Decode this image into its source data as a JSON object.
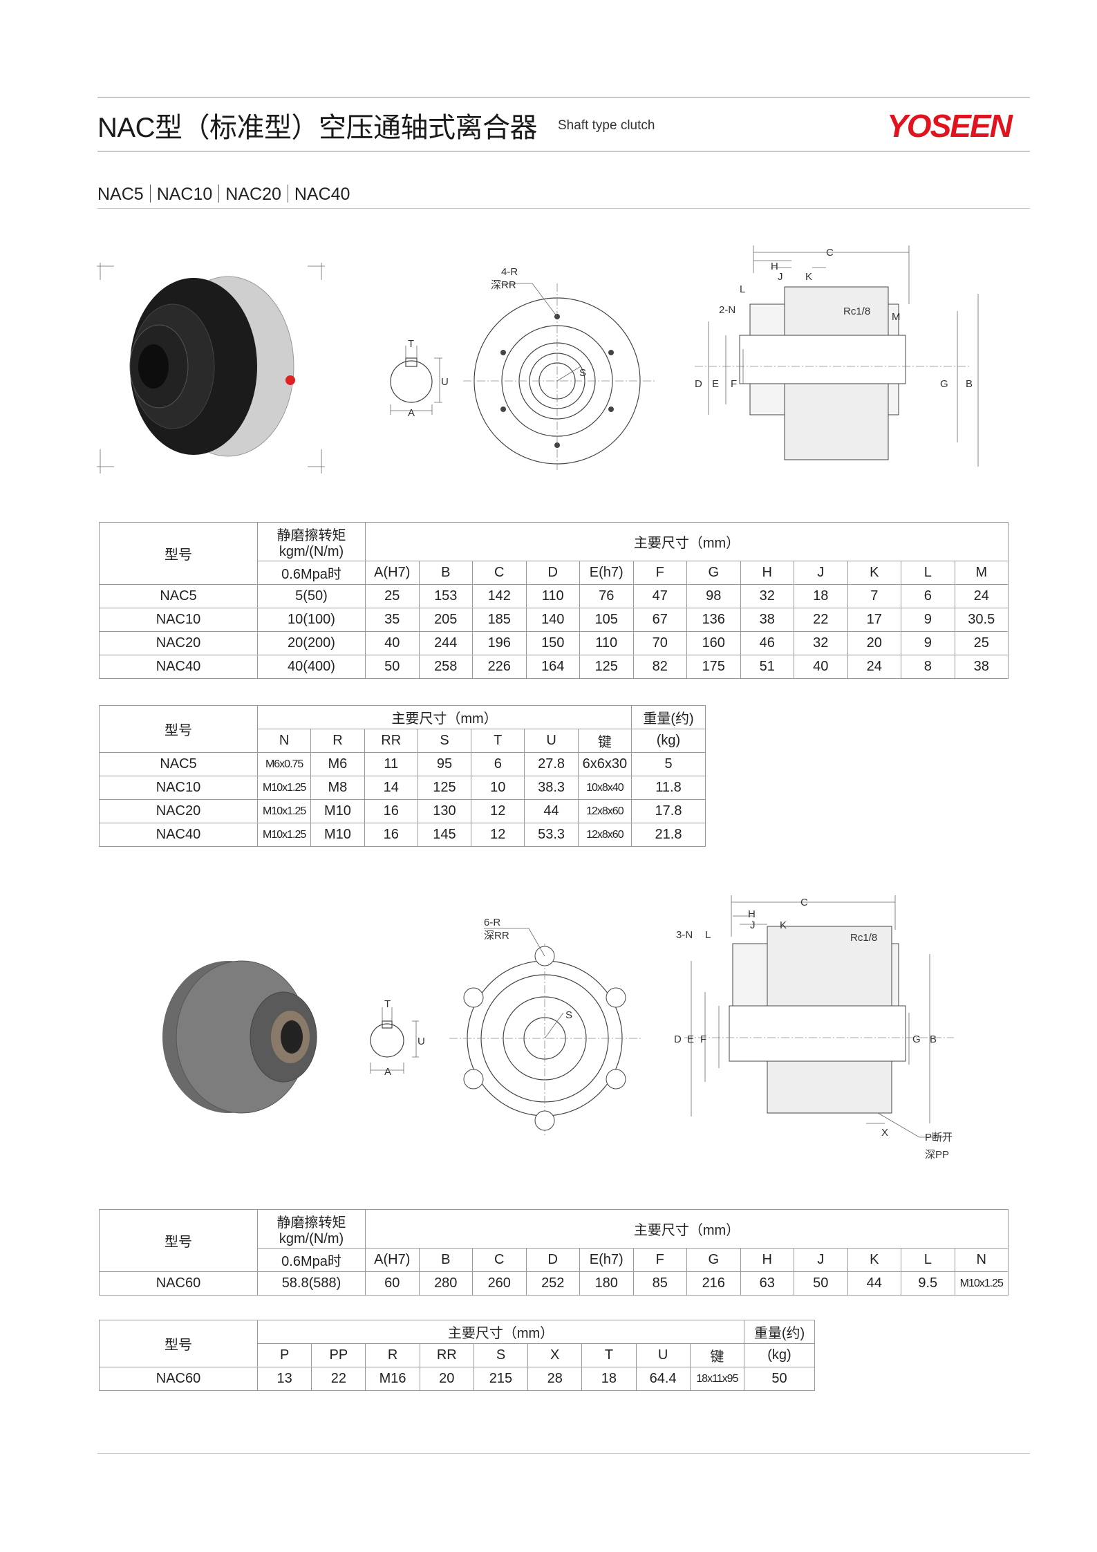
{
  "header": {
    "title": "NAC型（标准型）空压通轴式离合器",
    "subtitle": "Shaft type clutch",
    "logo_text": "YOSEEN",
    "logo_color": "#e0141e"
  },
  "models_line": [
    "NAC5",
    "NAC10",
    "NAC20",
    "NAC40"
  ],
  "diagram1": {
    "keyway": {
      "t": "T",
      "u": "U",
      "a": "A"
    },
    "front": {
      "holes": "4-R",
      "depth": "深RR",
      "s": "S"
    },
    "side": {
      "c": "C",
      "h": "H",
      "j": "J",
      "k": "K",
      "l": "L",
      "n": "2-N",
      "rc": "Rc1/8",
      "m": "M",
      "d": "D",
      "e": "E",
      "f": "F",
      "g": "G",
      "b": "B"
    }
  },
  "table1": {
    "group_header": "主要尺寸（mm）",
    "model_header": "型号",
    "torque_header": "静磨擦转矩 kgm/(N/m)",
    "pressure_header": "0.6Mpa时",
    "columns": [
      "A(H7)",
      "B",
      "C",
      "D",
      "E(h7)",
      "F",
      "G",
      "H",
      "J",
      "K",
      "L",
      "M"
    ],
    "rows": [
      [
        "NAC5",
        "5(50)",
        "25",
        "153",
        "142",
        "110",
        "76",
        "47",
        "98",
        "32",
        "18",
        "7",
        "6",
        "24"
      ],
      [
        "NAC10",
        "10(100)",
        "35",
        "205",
        "185",
        "140",
        "105",
        "67",
        "136",
        "38",
        "22",
        "17",
        "9",
        "30.5"
      ],
      [
        "NAC20",
        "20(200)",
        "40",
        "244",
        "196",
        "150",
        "110",
        "70",
        "160",
        "46",
        "32",
        "20",
        "9",
        "25"
      ],
      [
        "NAC40",
        "40(400)",
        "50",
        "258",
        "226",
        "164",
        "125",
        "82",
        "175",
        "51",
        "40",
        "24",
        "8",
        "38"
      ]
    ]
  },
  "table2": {
    "model_header": "型号",
    "group_header": "主要尺寸（mm）",
    "weight_header": "重量(约)",
    "weight_unit": "(kg)",
    "columns": [
      "N",
      "R",
      "RR",
      "S",
      "T",
      "U",
      "键"
    ],
    "rows": [
      [
        "NAC5",
        "M6x0.75",
        "M6",
        "11",
        "95",
        "6",
        "27.8",
        "6x6x30",
        "5"
      ],
      [
        "NAC10",
        "M10x1.25",
        "M8",
        "14",
        "125",
        "10",
        "38.3",
        "10x8x40",
        "11.8"
      ],
      [
        "NAC20",
        "M10x1.25",
        "M10",
        "16",
        "130",
        "12",
        "44",
        "12x8x60",
        "17.8"
      ],
      [
        "NAC40",
        "M10x1.25",
        "M10",
        "16",
        "145",
        "12",
        "53.3",
        "12x8x60",
        "21.8"
      ]
    ]
  },
  "diagram2": {
    "keyway": {
      "t": "T",
      "u": "U",
      "a": "A"
    },
    "front": {
      "holes": "6-R",
      "depth": "深RR",
      "s": "S"
    },
    "side": {
      "c": "C",
      "h": "H",
      "j": "J",
      "k": "K",
      "l": "L",
      "n": "3-N",
      "rc": "Rc1/8",
      "d": "D",
      "e": "E",
      "f": "F",
      "g": "G",
      "b": "B",
      "x": "X",
      "p": "P断开",
      "pp": "深PP"
    }
  },
  "table3": {
    "group_header": "主要尺寸（mm）",
    "model_header": "型号",
    "torque_header": "静磨擦转矩 kgm/(N/m)",
    "pressure_header": "0.6Mpa时",
    "columns": [
      "A(H7)",
      "B",
      "C",
      "D",
      "E(h7)",
      "F",
      "G",
      "H",
      "J",
      "K",
      "L",
      "N"
    ],
    "rows": [
      [
        "NAC60",
        "58.8(588)",
        "60",
        "280",
        "260",
        "252",
        "180",
        "85",
        "216",
        "63",
        "50",
        "44",
        "9.5",
        "M10x1.25"
      ]
    ]
  },
  "table4": {
    "model_header": "型号",
    "group_header": "主要尺寸（mm）",
    "weight_header": "重量(约)",
    "weight_unit": "(kg)",
    "columns": [
      "P",
      "PP",
      "R",
      "RR",
      "S",
      "X",
      "T",
      "U",
      "键"
    ],
    "rows": [
      [
        "NAC60",
        "13",
        "22",
        "M16",
        "20",
        "215",
        "28",
        "18",
        "64.4",
        "18x11x95",
        "50"
      ]
    ]
  }
}
